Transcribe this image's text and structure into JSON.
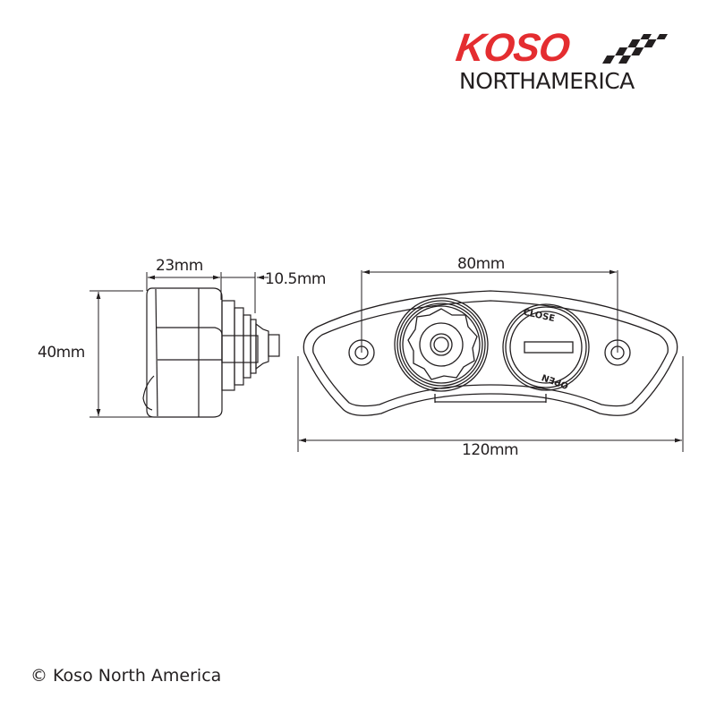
{
  "logo": {
    "brand": "KOSO",
    "subtitle_bold": "NORTH",
    "subtitle_light": "AMERICA",
    "brand_color": "#e42d30",
    "text_color": "#231f20"
  },
  "dimensions": {
    "side_height": "40mm",
    "side_depth": "23mm",
    "side_protrusion": "10.5mm",
    "hole_spacing": "80mm",
    "overall_width": "120mm"
  },
  "labels": {
    "cap_close": "CLOSE",
    "cap_open": "OPEN"
  },
  "footer": {
    "copyright": "© Koso North America"
  }
}
